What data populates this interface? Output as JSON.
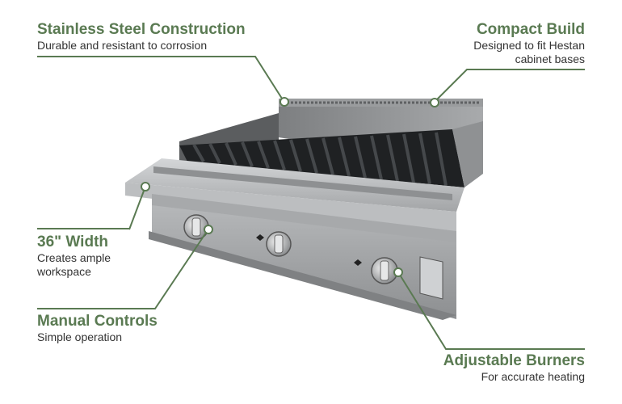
{
  "callouts": {
    "steel": {
      "title": "Stainless Steel Construction",
      "desc": "Durable and resistant to corrosion"
    },
    "compact": {
      "title": "Compact Build",
      "desc_line1": "Designed to fit Hestan",
      "desc_line2": "cabinet bases"
    },
    "width": {
      "title": "36\" Width",
      "desc_line1": "Creates ample",
      "desc_line2": "workspace"
    },
    "manual": {
      "title": "Manual Controls",
      "desc": "Simple operation"
    },
    "burners": {
      "title": "Adjustable Burners",
      "desc": "For accurate heating"
    }
  },
  "colors": {
    "accent": "#5a7a52",
    "text": "#333333",
    "steel_light": "#c9cbcd",
    "steel_dark": "#6d6f71",
    "grate": "#2a2c2e"
  }
}
